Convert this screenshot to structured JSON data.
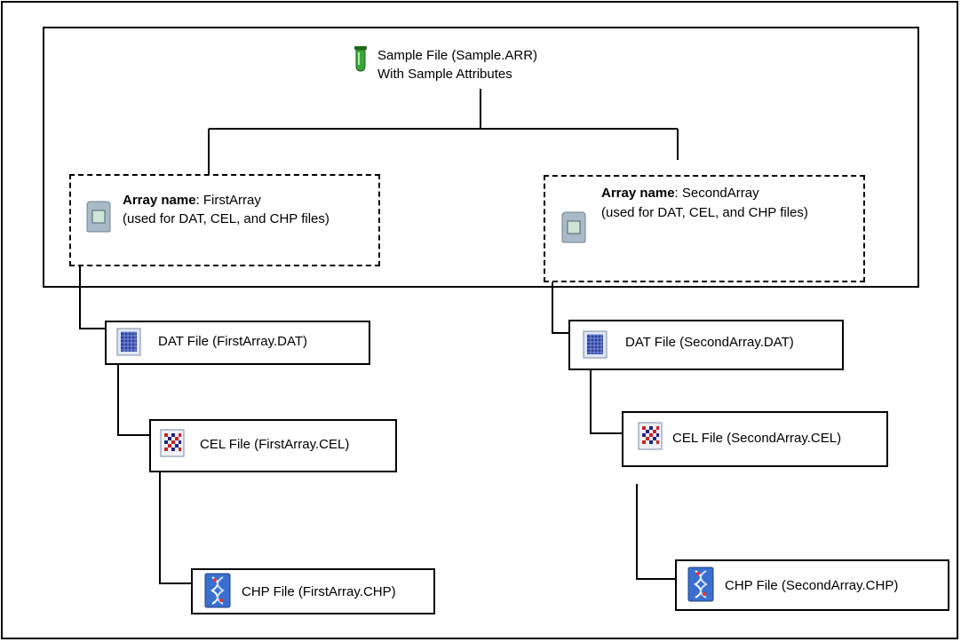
{
  "sample": {
    "line1": "Sample File (Sample.ARR)",
    "line2": "With Sample Attributes",
    "icon": "test-tube-icon"
  },
  "arrays": [
    {
      "name_label": "Array name",
      "name_value": ": FirstArray",
      "usage": "(used for DAT, CEL, and CHP files)",
      "icon": "array-chip-icon",
      "dat": "DAT File (FirstArray.DAT)",
      "cel": "CEL File (FirstArray.CEL)",
      "chp": "CHP File (FirstArray.CHP)"
    },
    {
      "name_label": "Array name",
      "name_value": ": SecondArray",
      "usage": "(used for DAT, CEL, and CHP files)",
      "icon": "array-chip-icon",
      "dat": "DAT File (SecondArray.DAT)",
      "cel": "CEL File (SecondArray.CEL)",
      "chp": "CHP File (SecondArray.CHP)"
    }
  ],
  "icons": {
    "dat": "dat-file-icon",
    "cel": "cel-file-icon",
    "chp": "chp-file-icon"
  },
  "colors": {
    "line": "#000000",
    "tube_green": "#3aa63a",
    "chip_gray": "#a9b9c6",
    "dat_blue": "#2a3f9e",
    "chp_blue": "#3a6fd0"
  }
}
